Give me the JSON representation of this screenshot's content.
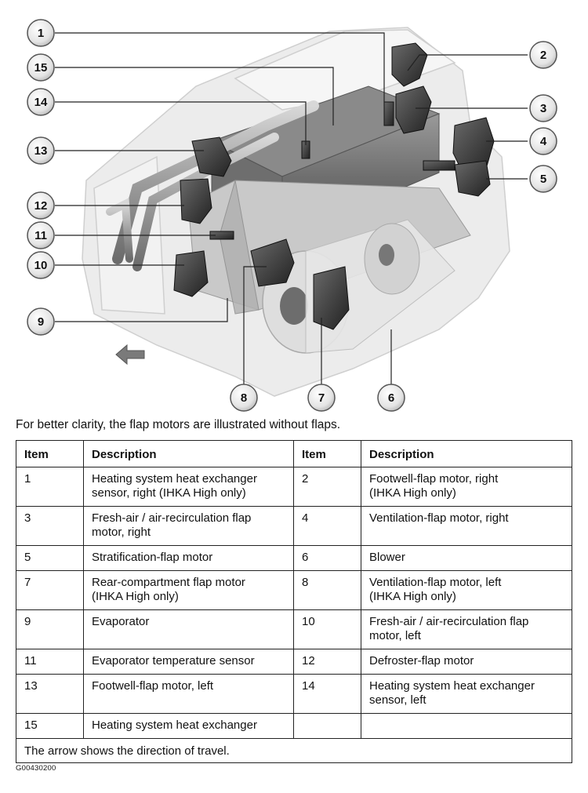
{
  "caption": "For better clarity, the flap motors are illustrated without flaps.",
  "table": {
    "headers": [
      "Item",
      "Description",
      "Item",
      "Description"
    ],
    "rows": [
      {
        "item_a": "1",
        "desc_a": "Heating system heat exchanger\nsensor, right (IHKA High only)",
        "item_b": "2",
        "desc_b": "Footwell-flap motor, right\n(IHKA High only)"
      },
      {
        "item_a": "3",
        "desc_a": "Fresh-air / air-recirculation flap\nmotor, right",
        "item_b": "4",
        "desc_b": "Ventilation-flap motor, right"
      },
      {
        "item_a": "5",
        "desc_a": "Stratification-flap motor",
        "item_b": "6",
        "desc_b": "Blower"
      },
      {
        "item_a": "7",
        "desc_a": "Rear-compartment flap motor\n(IHKA High only)",
        "item_b": "8",
        "desc_b": "Ventilation-flap motor, left\n(IHKA High only)"
      },
      {
        "item_a": "9",
        "desc_a": "Evaporator",
        "item_b": "10",
        "desc_b": "Fresh-air / air-recirculation flap\nmotor, left"
      },
      {
        "item_a": "11",
        "desc_a": "Evaporator temperature sensor",
        "item_b": "12",
        "desc_b": "Defroster-flap motor"
      },
      {
        "item_a": "13",
        "desc_a": "Footwell-flap motor, left",
        "item_b": "14",
        "desc_b": "Heating system heat exchanger\nsensor, left"
      },
      {
        "item_a": "15",
        "desc_a": "Heating system heat exchanger",
        "item_b": "",
        "desc_b": ""
      }
    ],
    "note": "The arrow shows the direction of travel."
  },
  "callouts": [
    "1",
    "2",
    "3",
    "4",
    "5",
    "6",
    "7",
    "8",
    "9",
    "10",
    "11",
    "12",
    "13",
    "14",
    "15"
  ],
  "figure_id": "G00430200"
}
